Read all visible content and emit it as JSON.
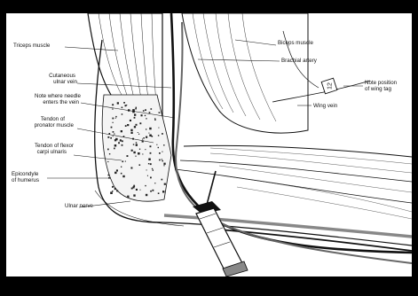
{
  "labels": {
    "triceps": "Triceps muscle",
    "biceps": "Biceps muscle",
    "brachial_artery": "Brachial artery",
    "cutaneous_ulnar_1": "Cutaneous",
    "cutaneous_ulnar_2": "ulnar vein",
    "note_needle_1": "Note where needle",
    "note_needle_2": "enters the vein",
    "tendon_pronator_1": "Tendon of",
    "tendon_pronator_2": "pronator muscle",
    "tendon_flexor_1": "Tendon of flexor",
    "tendon_flexor_2": "carpi ulnaris",
    "epicondyle_1": "Epicondyle",
    "epicondyle_2": "of humerus",
    "ulnar_nerve": "Ulnar nerve",
    "wing_vein": "Wing vein",
    "note_position_1": "Note position",
    "note_position_2": "of wing tag",
    "wing_tag": "12"
  },
  "colors": {
    "background": "#000000",
    "panel": "#ffffff",
    "ink": "#111111",
    "vein": "#555555"
  }
}
